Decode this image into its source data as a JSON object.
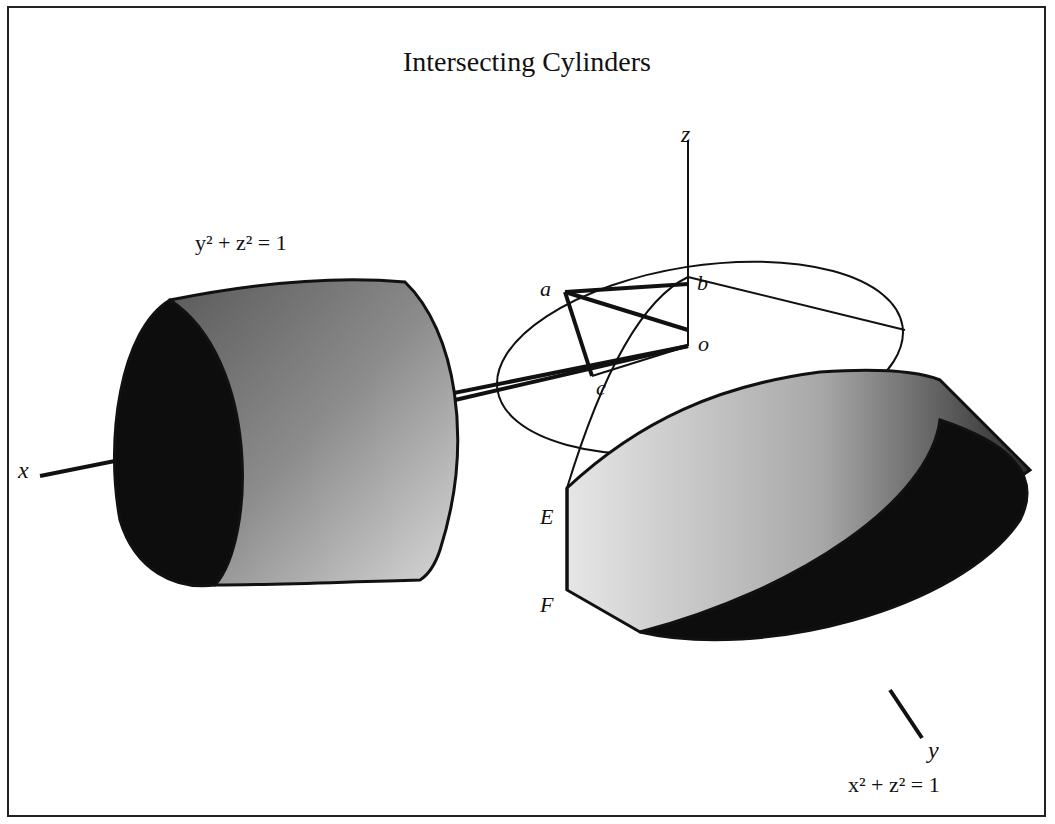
{
  "diagram": {
    "title": "Intersecting Cylinders",
    "labels": [
      "y² + z² = 1",
      "z",
      "a",
      "b",
      "o",
      "c",
      "x",
      "E",
      "F",
      "y",
      "x² + z² = 1"
    ]
  }
}
